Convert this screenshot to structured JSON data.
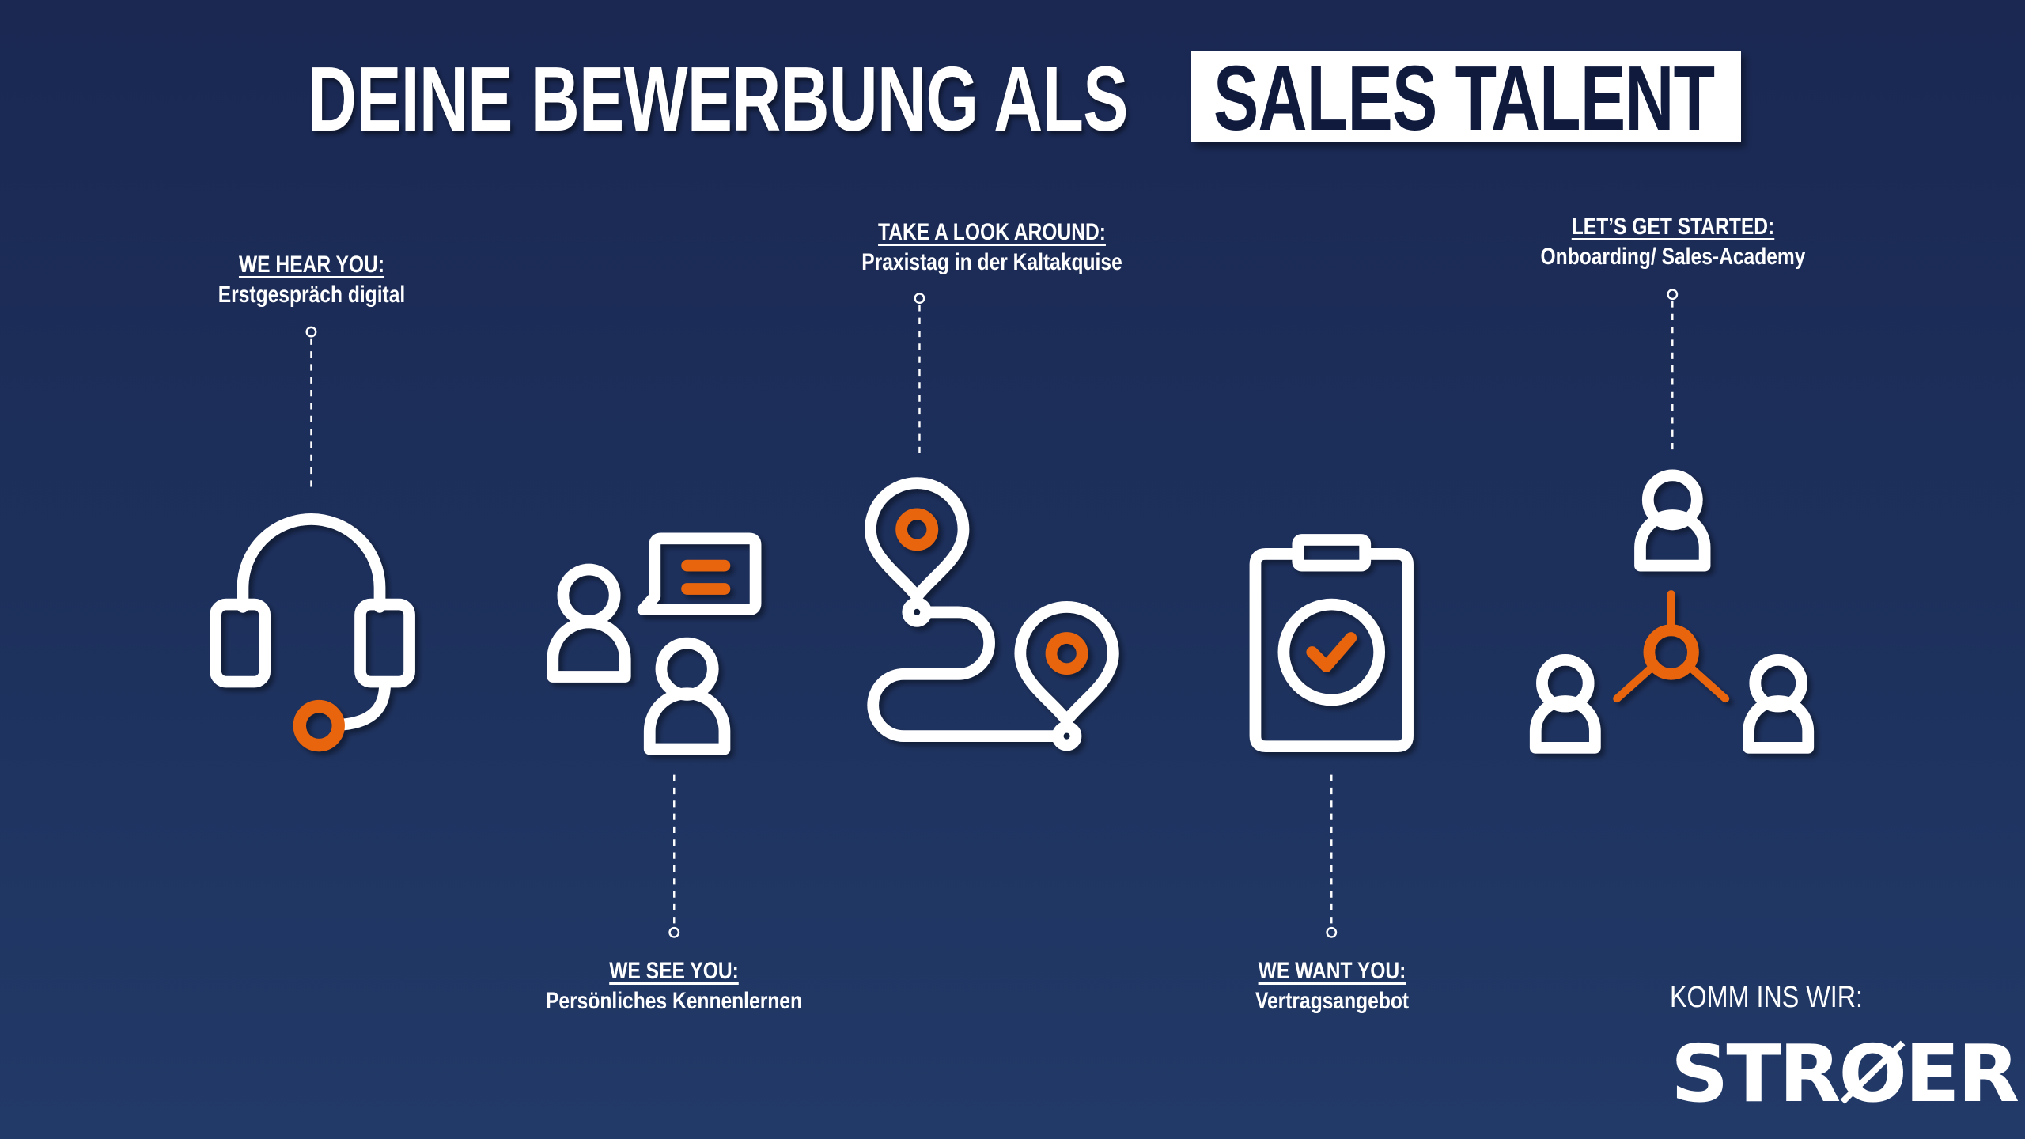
{
  "title": {
    "prefix": "DEINE BEWERBUNG ALS",
    "highlight": "SALES TALENT"
  },
  "steps": [
    {
      "heading": "WE HEAR YOU:",
      "text": "Erstgespräch digital",
      "icon": "headset-icon"
    },
    {
      "heading": "WE SEE YOU:",
      "text": "Persönliches Kennenlernen",
      "icon": "people-chat-icon"
    },
    {
      "heading": "TAKE A LOOK AROUND:",
      "text": "Praxistag in der Kaltakquise",
      "icon": "route-map-pin-icon"
    },
    {
      "heading": "WE WANT YOU:",
      "text": "Vertragsangebot",
      "icon": "clipboard-check-icon"
    },
    {
      "heading": "LET’S GET STARTED:",
      "text": "Onboarding/ Sales-Academy",
      "icon": "team-network-icon"
    }
  ],
  "footer": {
    "tagline": "KOMM INS WIR:",
    "logo": "STRØER"
  },
  "colors": {
    "accent": "#e8650f",
    "background": "#1d305c",
    "text": "#ffffff"
  }
}
